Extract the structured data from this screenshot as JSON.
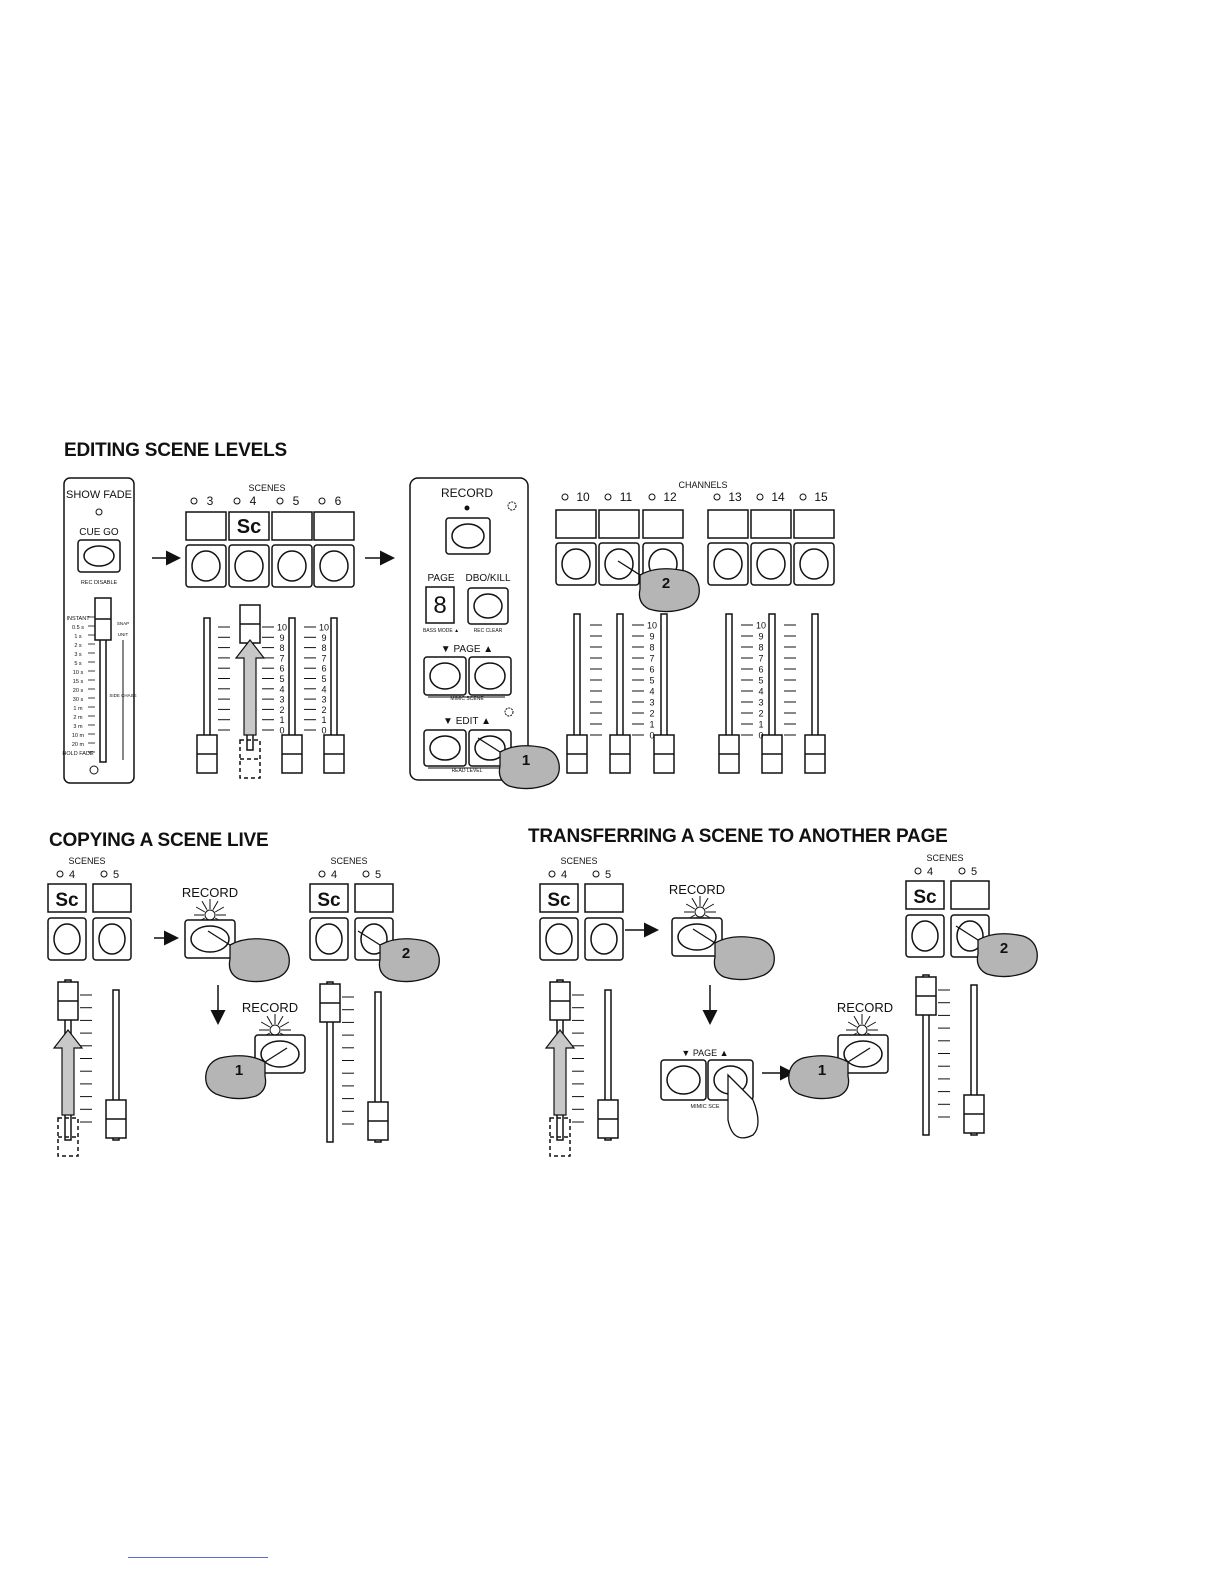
{
  "sections": {
    "editing": {
      "title": "EDITING SCENE LEVELS"
    },
    "copying": {
      "title": "COPYING A SCENE LIVE"
    },
    "transferring": {
      "title": "TRANSFERRING A SCENE TO ANOTHER PAGE"
    }
  },
  "show_fade_panel": {
    "title": "SHOW FADE",
    "cue_go": "CUE GO",
    "rec_disable": "REC DISABLE",
    "fade_times": [
      "INSTANT",
      "0.5 s",
      "1 s",
      "2 s",
      "3 s",
      "5 s",
      "10 s",
      "15 s",
      "20 s",
      "30 s",
      "1 m",
      "2 m",
      "3 m",
      "10 m",
      "20 m",
      "HOLD FADE"
    ],
    "snap_label": "SNAP",
    "unit_label": "UNIT",
    "side_label": "SIDE CHASE"
  },
  "scenes_label": "SCENES",
  "channels_label": "CHANNELS",
  "scene_numbers": [
    "3",
    "4",
    "5",
    "6"
  ],
  "channel_numbers": [
    "10",
    "11",
    "12",
    "13",
    "14",
    "15"
  ],
  "scene_display": "Sc",
  "fader_scale": [
    "10",
    "9",
    "8",
    "7",
    "6",
    "5",
    "4",
    "3",
    "2",
    "1",
    "0"
  ],
  "control_panel": {
    "record": "RECORD",
    "page": "PAGE",
    "dbo_kill": "DBO/KILL",
    "bass_mode": "BASS MODE ▲",
    "rec_clear": "REC CLEAR",
    "page_row": "▼ PAGE ▲",
    "mimic_scene": "MIMIC SCENE",
    "edit_row": "▼ EDIT ▲",
    "read_level": "READ LEVEL"
  },
  "copy_scenes": [
    "4",
    "5"
  ],
  "record_label": "RECORD",
  "page_row": "▼ PAGE ▲",
  "mimic_scene_short": "MIMIC SCE",
  "step_labels": {
    "one": "1",
    "two": "2"
  },
  "colors": {
    "ink": "#111111",
    "hand_fill": "#b5b5b5",
    "arrow_fill": "#c8c8c8",
    "paper": "#ffffff"
  }
}
